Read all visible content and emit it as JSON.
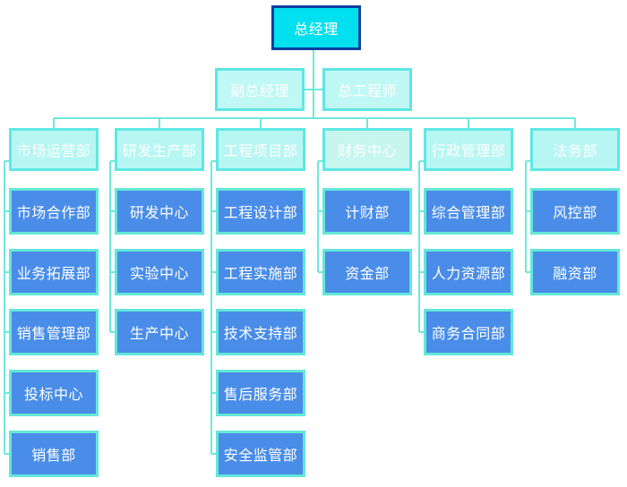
{
  "top": {
    "label": "总经理"
  },
  "second_level": [
    {
      "id": "vice",
      "label": "副总经理"
    },
    {
      "id": "chief-engineer",
      "label": "总工程师"
    }
  ],
  "departments": [
    {
      "id": "market",
      "label": "市场运营部",
      "children": [
        "市场合作部",
        "业务拓展部",
        "销售管理部",
        "投标中心",
        "销售部"
      ]
    },
    {
      "id": "rnd",
      "label": "研发生产部",
      "children": [
        "研发中心",
        "实验中心",
        "生产中心"
      ]
    },
    {
      "id": "engineering",
      "label": "工程项目部",
      "children": [
        "工程设计部",
        "工程实施部",
        "技术支持部",
        "售后服务部",
        "安全监管部"
      ]
    },
    {
      "id": "finance",
      "label": "财务中心",
      "children": [
        "计财部",
        "资金部"
      ]
    },
    {
      "id": "admin",
      "label": "行政管理部",
      "children": [
        "综合管理部",
        "人力资源部",
        "商务合同部"
      ]
    },
    {
      "id": "legal",
      "label": "法务部",
      "children": [
        "风控部",
        "融资部"
      ]
    }
  ],
  "colors": {
    "line": "#6ce9dc",
    "top_fill": "#00e0ef",
    "top_border": "#0b3f9e",
    "dept_fill": "#b7f6f2",
    "leaf_fill": "#4a8de8",
    "leaf_border": "#63e8d7"
  }
}
